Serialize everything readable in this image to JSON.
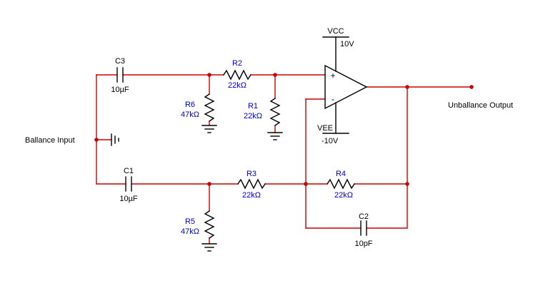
{
  "diagram": {
    "input_label": "Ballance Input",
    "output_label": "Unballance Output",
    "power": {
      "vcc_name": "VCC",
      "vcc_value": "10V",
      "vee_name": "VEE",
      "vee_value": "-10V"
    },
    "opamp": {
      "noninverting_mark": "+",
      "inverting_mark": "-"
    },
    "components": {
      "C1": {
        "ref": "C1",
        "value": "10µF"
      },
      "C2": {
        "ref": "C2",
        "value": "10pF"
      },
      "C3": {
        "ref": "C3",
        "value": "10µF"
      },
      "R1": {
        "ref": "R1",
        "value": "22kΩ"
      },
      "R2": {
        "ref": "R2",
        "value": "22kΩ"
      },
      "R3": {
        "ref": "R3",
        "value": "22kΩ"
      },
      "R4": {
        "ref": "R4",
        "value": "22kΩ"
      },
      "R5": {
        "ref": "R5",
        "value": "47kΩ"
      },
      "R6": {
        "ref": "R6",
        "value": "47kΩ"
      }
    },
    "colors": {
      "wire": "#cc0000",
      "component_outline": "#000000",
      "resistor_label": "#0000cc",
      "text": "#000000",
      "background": "#ffffff"
    }
  }
}
